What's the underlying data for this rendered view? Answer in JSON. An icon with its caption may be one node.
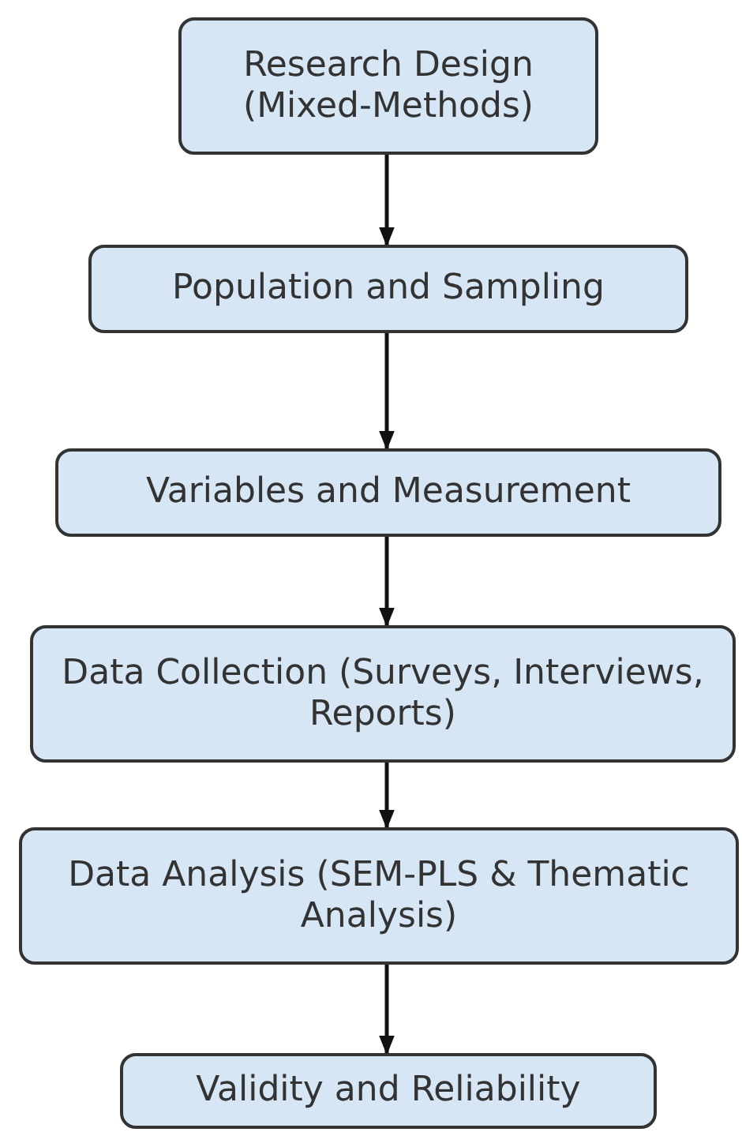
{
  "diagram": {
    "nodes": [
      {
        "text": [
          "Research Design (Mixed-Methods)"
        ]
      },
      {
        "text": [
          "Population and Sampling"
        ]
      },
      {
        "text": [
          "Variables and Measurement"
        ]
      },
      {
        "text": [
          "Data Collection (Surveys, Interviews, Reports)"
        ]
      },
      {
        "text": [
          "Data Analysis (SEM-PLS & Thematic Analysis)"
        ]
      },
      {
        "text": [
          "Validity and Reliability"
        ]
      }
    ],
    "edges": [
      {
        "from": 0,
        "to": 1,
        "arrow": "to"
      },
      {
        "from": 1,
        "to": 2,
        "arrow": "to"
      },
      {
        "from": 2,
        "to": 3,
        "arrow": "to"
      },
      {
        "from": 3,
        "to": 4,
        "arrow": "to"
      },
      {
        "from": 4,
        "to": 5,
        "arrow": "to"
      }
    ]
  }
}
